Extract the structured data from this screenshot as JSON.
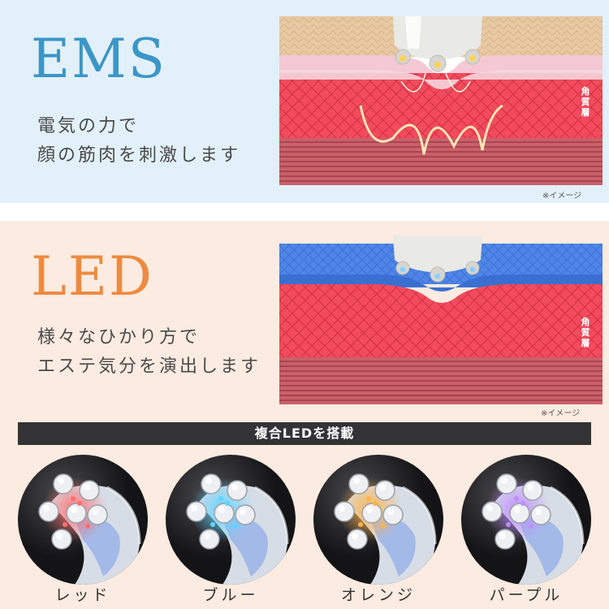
{
  "ems": {
    "title": "EMS",
    "desc_line1": "電気の力で",
    "desc_line2": "顔の筋肉を刺激します",
    "layer_label": "角質層",
    "note": "※イメージ"
  },
  "led": {
    "title": "LED",
    "desc_line1": "様々なひかり方で",
    "desc_line2": "エステ気分を演出します",
    "layer_label": "角質層",
    "note": "※イメージ",
    "bar_label": "複合LEDを搭載",
    "colors": [
      {
        "label": "レッド",
        "color": "#ff6f6f"
      },
      {
        "label": "ブルー",
        "color": "#5fd3ff"
      },
      {
        "label": "オレンジ",
        "color": "#ffb347"
      },
      {
        "label": "パープル",
        "color": "#c08cff"
      }
    ]
  },
  "theme": {
    "ems_accent": "#3b96c7",
    "led_accent": "#ef8a3f",
    "ems_bg": "#e2f0f9",
    "led_bg": "#fcebe0"
  }
}
